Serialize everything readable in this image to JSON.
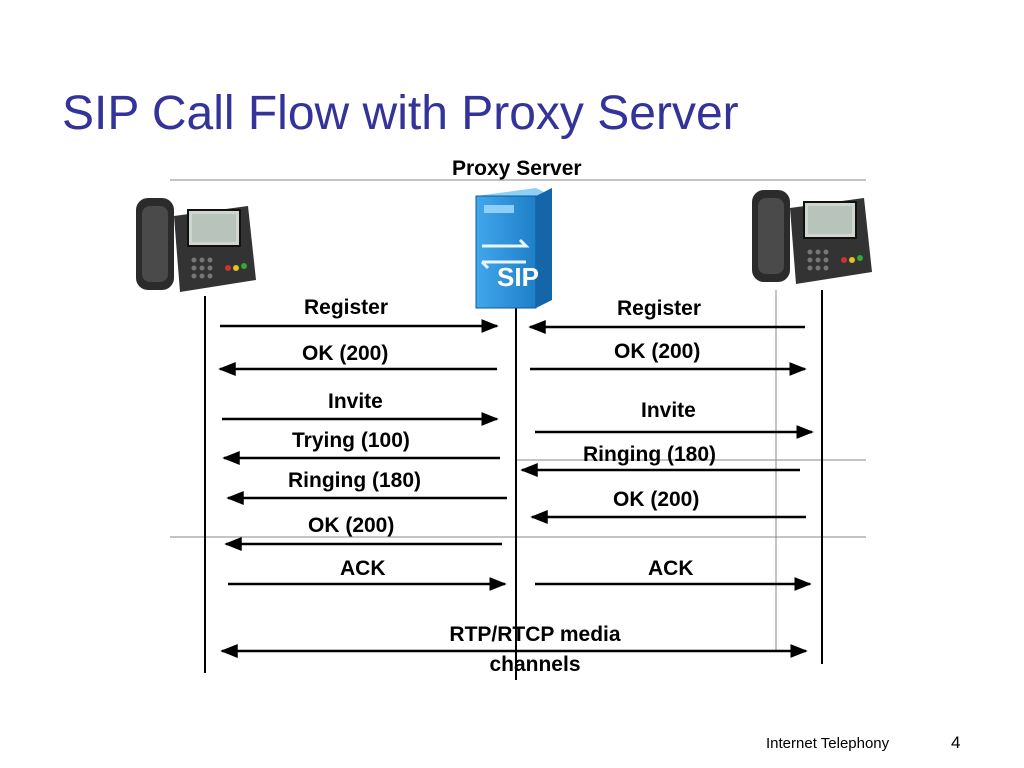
{
  "slide": {
    "title": "SIP Call Flow with Proxy Server",
    "footer": "Internet Telephony",
    "page_number": "4"
  },
  "diagram": {
    "proxy_label": "Proxy Server",
    "server_badge": "SIP",
    "left_messages": [
      "Register",
      "OK (200)",
      "Invite",
      "Trying (100)",
      "Ringing (180)",
      "OK (200)",
      "ACK"
    ],
    "right_messages": [
      "Register",
      "OK (200)",
      "Invite",
      "Ringing (180)",
      "OK (200)",
      "ACK"
    ],
    "media": "RTP/RTCP media channels",
    "colors": {
      "title": "#33339a",
      "server": "#1e90d8",
      "phone": "#2b2b2b"
    }
  }
}
